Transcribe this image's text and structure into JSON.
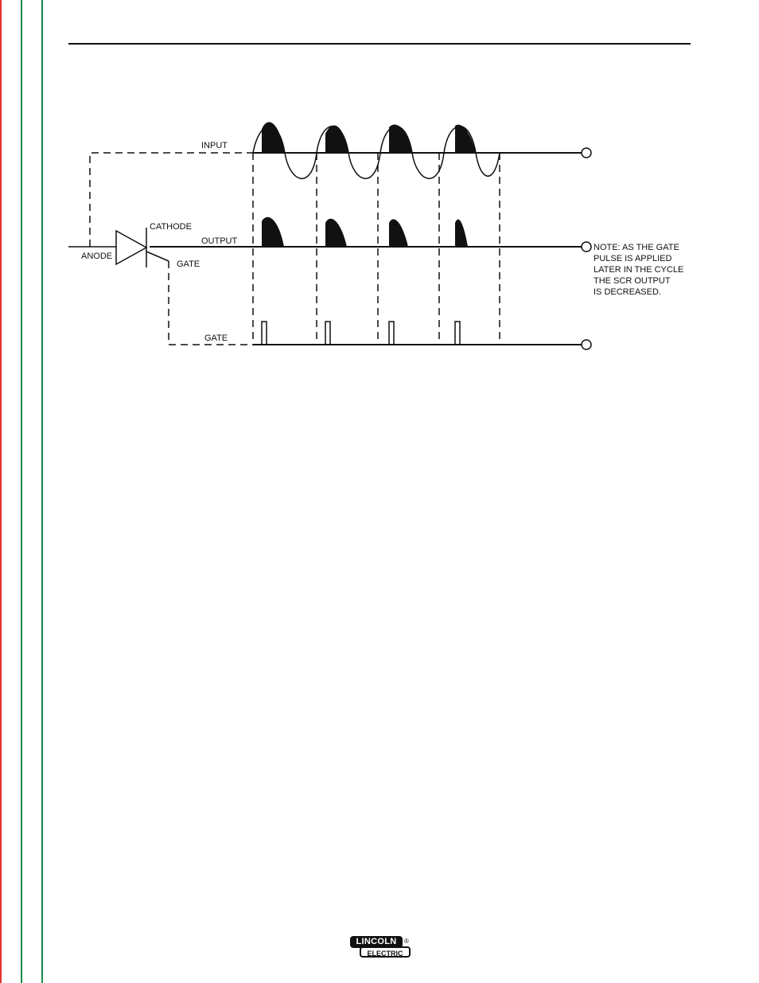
{
  "diagram": {
    "labels": {
      "input": "INPUT",
      "output": "OUTPUT",
      "gate_signal": "GATE",
      "cathode": "CATHODE",
      "anode": "ANODE",
      "gate_terminal": "GATE"
    },
    "note_lines": [
      "NOTE:  AS THE GATE",
      "PULSE IS APPLIED",
      "LATER IN THE CYCLE",
      "THE SCR OUTPUT",
      "IS DECREASED."
    ]
  },
  "logo": {
    "top_text": "LINCOLN",
    "bottom_text": "ELECTRIC",
    "mark": "®"
  },
  "colors": {
    "edge_red": "#e8302c",
    "edge_green": "#1a8a4a",
    "ink": "#111111"
  }
}
